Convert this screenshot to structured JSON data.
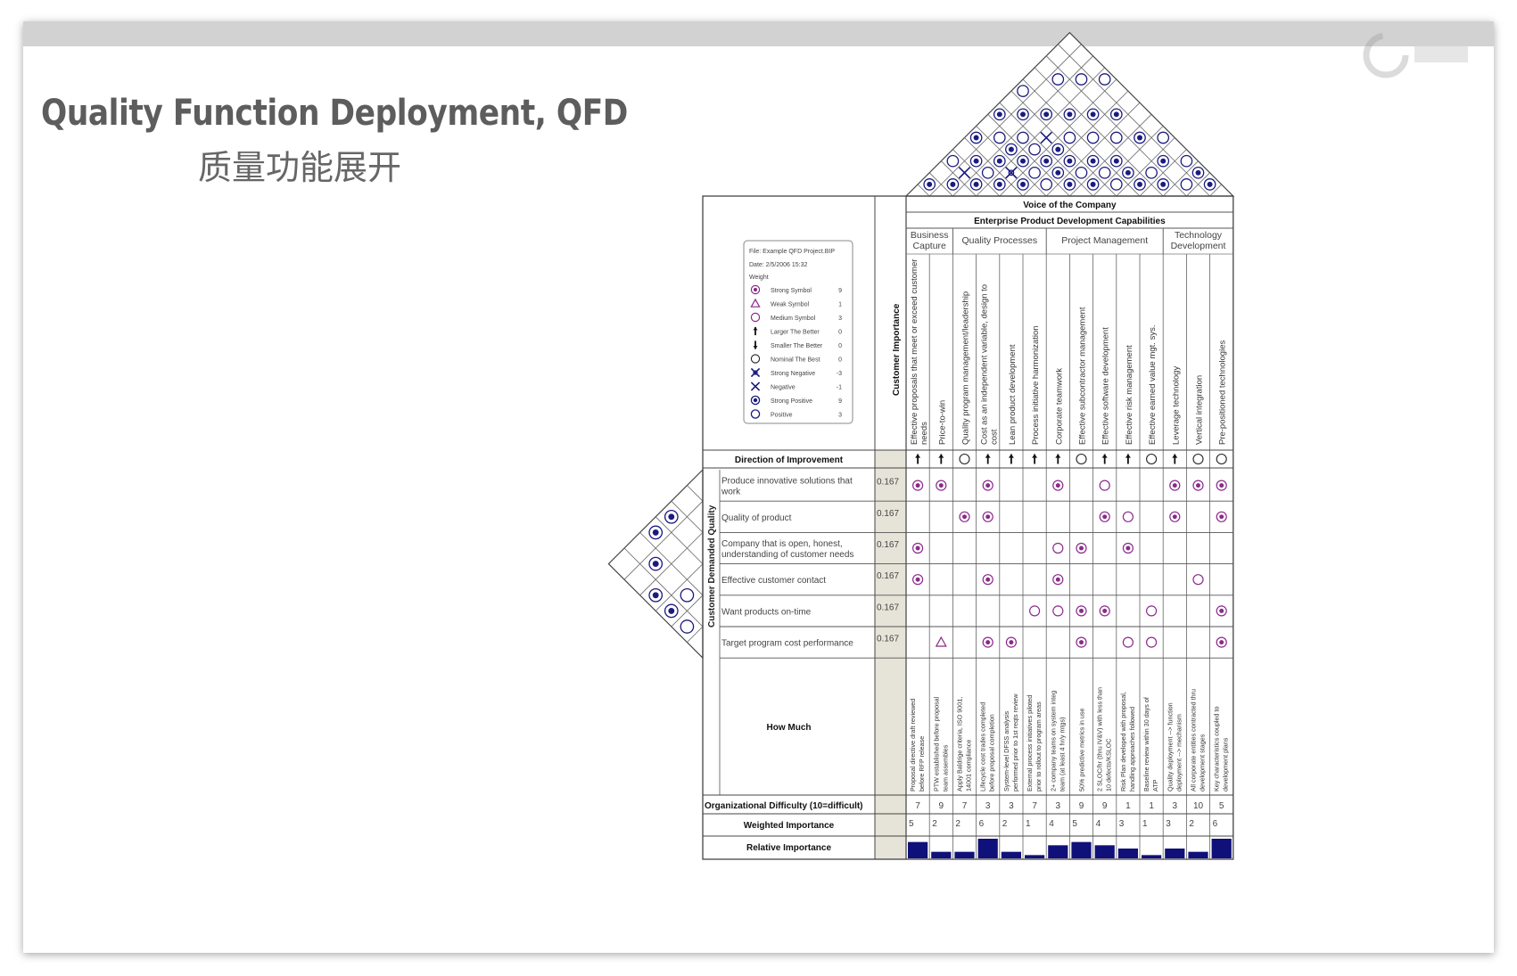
{
  "slide": {
    "title": "Quality Function Deployment, QFD",
    "subtitle": "质量功能展开"
  },
  "legend": {
    "file": "File:  Example QFD Project.BIP",
    "date": "Date:  2/5/2006 15:32",
    "weight_label": "Weight",
    "items": [
      {
        "icon": "strong-symbol-icon",
        "label": "Strong Symbol",
        "weight": "9"
      },
      {
        "icon": "weak-symbol-icon",
        "label": "Weak Symbol",
        "weight": "1"
      },
      {
        "icon": "medium-symbol-icon",
        "label": "Medium Symbol",
        "weight": "3"
      },
      {
        "icon": "larger-better-icon",
        "label": "Larger The Better",
        "weight": "0"
      },
      {
        "icon": "smaller-better-icon",
        "label": "Smaller The Better",
        "weight": "0"
      },
      {
        "icon": "nominal-best-icon",
        "label": "Nominal The Best",
        "weight": "0"
      },
      {
        "icon": "strong-negative-icon",
        "label": "Strong Negative",
        "weight": "-3"
      },
      {
        "icon": "negative-icon",
        "label": "Negative",
        "weight": "-1"
      },
      {
        "icon": "strong-positive-icon",
        "label": "Strong Positive",
        "weight": "9"
      },
      {
        "icon": "positive-icon",
        "label": "Positive",
        "weight": "3"
      }
    ]
  },
  "header": {
    "voice_of_company": "Voice of the Company",
    "capabilities": "Enterprise Product Development Capabilities",
    "customer_importance": "Customer Importance",
    "customer_demanded_quality": "Customer Demanded Quality",
    "groups": [
      {
        "label": [
          "Business",
          "Capture"
        ],
        "span": 2
      },
      {
        "label": [
          "Quality Processes"
        ],
        "span": 4
      },
      {
        "label": [
          "Project Management"
        ],
        "span": 5
      },
      {
        "label": [
          "Technology",
          "Development"
        ],
        "span": 3
      }
    ]
  },
  "columns": [
    {
      "label": [
        "Effective proposals that meet or exceed customer",
        "needs"
      ],
      "direction": "up",
      "how_much": [
        "Proposal directive draft reviewed",
        "before RFP release"
      ],
      "difficulty": "7",
      "weighted": "5",
      "relative": 0.155
    },
    {
      "label": [
        "Price-to-win"
      ],
      "direction": "up",
      "how_much": [
        "PTW established before proposal",
        "team assembles"
      ],
      "difficulty": "9",
      "weighted": "2",
      "relative": 0.062
    },
    {
      "label": [
        "Quality program management/leadership"
      ],
      "direction": "nominal",
      "how_much": [
        "Apply Baldrige criteria, ISO 9001,",
        "14001 compliance"
      ],
      "difficulty": "7",
      "weighted": "2",
      "relative": 0.062
    },
    {
      "label": [
        "Cost as an independent variable, design to",
        "cost"
      ],
      "direction": "up",
      "how_much": [
        "Lifecycle cost trades completed",
        "before proposal completion"
      ],
      "difficulty": "3",
      "weighted": "6",
      "relative": 0.186
    },
    {
      "label": [
        "Lean product development"
      ],
      "direction": "up",
      "how_much": [
        "System-level DFSS analysis",
        "performed prior to 1st reqts review"
      ],
      "difficulty": "3",
      "weighted": "2",
      "relative": 0.062
    },
    {
      "label": [
        "Process initiative harmonization"
      ],
      "direction": "up",
      "how_much": [
        "External process initiatives piloted",
        "prior to rollout to program areas"
      ],
      "difficulty": "7",
      "weighted": "1",
      "relative": 0.031
    },
    {
      "label": [
        "Corporate teamwork"
      ],
      "direction": "up",
      "how_much": [
        "2+ company teams on system integ",
        "team (at least 4 hr/y mtgs)"
      ],
      "difficulty": "3",
      "weighted": "4",
      "relative": 0.124
    },
    {
      "label": [
        "Effective subcontractor management"
      ],
      "direction": "nominal",
      "how_much": [
        "50% predictive metrics in use"
      ],
      "difficulty": "9",
      "weighted": "5",
      "relative": 0.155
    },
    {
      "label": [
        "Effective software development"
      ],
      "direction": "up",
      "how_much": [
        "2 SLOC/hr (thru IV&V) with less than",
        "10 defects/KSLOC"
      ],
      "difficulty": "9",
      "weighted": "4",
      "relative": 0.124
    },
    {
      "label": [
        "Effective risk management"
      ],
      "direction": "up",
      "how_much": [
        "Risk Plan developed with proposal,",
        "handling approaches followed"
      ],
      "difficulty": "1",
      "weighted": "3",
      "relative": 0.093
    },
    {
      "label": [
        "Effective earned value mgt. sys."
      ],
      "direction": "nominal",
      "how_much": [
        "Baseline review within 30 days of",
        "ATP"
      ],
      "difficulty": "1",
      "weighted": "1",
      "relative": 0.031
    },
    {
      "label": [
        "Leverage technology"
      ],
      "direction": "up",
      "how_much": [
        "Quality deployment --> function",
        "deployment --> mechanism"
      ],
      "difficulty": "3",
      "weighted": "3",
      "relative": 0.093
    },
    {
      "label": [
        "Vertical integration"
      ],
      "direction": "nominal",
      "how_much": [
        "All corporate entities contracted thru",
        "development stages"
      ],
      "difficulty": "10",
      "weighted": "2",
      "relative": 0.062
    },
    {
      "label": [
        "Pre-positioned technologies"
      ],
      "direction": "nominal",
      "how_much": [
        "Key characteristics coupled to",
        "development plans"
      ],
      "difficulty": "5",
      "weighted": "6",
      "relative": 0.186
    }
  ],
  "rows": [
    {
      "label": [
        "Produce innovative solutions that",
        "work"
      ],
      "importance": "0.167",
      "cells": [
        "S",
        "S",
        "",
        "S",
        "",
        "",
        "S",
        "",
        "M",
        "",
        "",
        "S",
        "S",
        "S"
      ]
    },
    {
      "label": [
        "Quality of product"
      ],
      "importance": "0.167",
      "cells": [
        "",
        "",
        "S",
        "S",
        "",
        "",
        "",
        "",
        "S",
        "M",
        "",
        "S",
        "",
        "S"
      ]
    },
    {
      "label": [
        "Company that is open, honest,",
        "understanding of customer needs"
      ],
      "importance": "0.167",
      "cells": [
        "S",
        "",
        "",
        "",
        "",
        "",
        "M",
        "S",
        "",
        "S",
        "",
        "",
        "",
        ""
      ]
    },
    {
      "label": [
        "Effective customer contact"
      ],
      "importance": "0.167",
      "cells": [
        "S",
        "",
        "",
        "S",
        "",
        "",
        "S",
        "",
        "",
        "",
        "",
        "",
        "M",
        ""
      ]
    },
    {
      "label": [
        "Want products on-time"
      ],
      "importance": "0.167",
      "cells": [
        "",
        "",
        "",
        "",
        "",
        "M",
        "M",
        "S",
        "S",
        "",
        "M",
        "",
        "",
        "S"
      ]
    },
    {
      "label": [
        "Target program cost performance"
      ],
      "importance": "0.167",
      "cells": [
        "",
        "W",
        "",
        "S",
        "S",
        "",
        "",
        "S",
        "",
        "M",
        "M",
        "",
        "",
        "S"
      ]
    }
  ],
  "roof": [
    {
      "i": 0,
      "j": 1,
      "s": "SP"
    },
    {
      "i": 0,
      "j": 3,
      "s": "P"
    },
    {
      "i": 0,
      "j": 5,
      "s": "SP"
    },
    {
      "i": 0,
      "j": 7,
      "s": "SP"
    },
    {
      "i": 0,
      "j": 9,
      "s": "P"
    },
    {
      "i": 1,
      "j": 2,
      "s": "SP"
    },
    {
      "i": 1,
      "j": 3,
      "s": "N"
    },
    {
      "i": 1,
      "j": 4,
      "s": "SP"
    },
    {
      "i": 1,
      "j": 6,
      "s": "P"
    },
    {
      "i": 1,
      "j": 8,
      "s": "SP"
    },
    {
      "i": 1,
      "j": 11,
      "s": "P"
    },
    {
      "i": 2,
      "j": 3,
      "s": "SP"
    },
    {
      "i": 2,
      "j": 4,
      "s": "P"
    },
    {
      "i": 2,
      "j": 5,
      "s": "SP"
    },
    {
      "i": 2,
      "j": 6,
      "s": "SP"
    },
    {
      "i": 2,
      "j": 7,
      "s": "P"
    },
    {
      "i": 2,
      "j": 9,
      "s": "SP"
    },
    {
      "i": 2,
      "j": 12,
      "s": "P"
    },
    {
      "i": 3,
      "j": 4,
      "s": "SP"
    },
    {
      "i": 3,
      "j": 5,
      "s": "SN"
    },
    {
      "i": 3,
      "j": 6,
      "s": "SP"
    },
    {
      "i": 3,
      "j": 7,
      "s": "P"
    },
    {
      "i": 3,
      "j": 8,
      "s": "N"
    },
    {
      "i": 3,
      "j": 10,
      "s": "SP"
    },
    {
      "i": 3,
      "j": 13,
      "s": "P"
    },
    {
      "i": 4,
      "j": 5,
      "s": "SP"
    },
    {
      "i": 4,
      "j": 6,
      "s": "P"
    },
    {
      "i": 4,
      "j": 7,
      "s": "SP"
    },
    {
      "i": 4,
      "j": 8,
      "s": "SP"
    },
    {
      "i": 4,
      "j": 9,
      "s": "P"
    },
    {
      "i": 4,
      "j": 11,
      "s": "SP"
    },
    {
      "i": 5,
      "j": 6,
      "s": "P"
    },
    {
      "i": 5,
      "j": 7,
      "s": "SP"
    },
    {
      "i": 5,
      "j": 8,
      "s": "SP"
    },
    {
      "i": 5,
      "j": 10,
      "s": "P"
    },
    {
      "i": 5,
      "j": 12,
      "s": "SP"
    },
    {
      "i": 6,
      "j": 7,
      "s": "SP"
    },
    {
      "i": 6,
      "j": 8,
      "s": "P"
    },
    {
      "i": 6,
      "j": 9,
      "s": "SP"
    },
    {
      "i": 6,
      "j": 11,
      "s": "P"
    },
    {
      "i": 7,
      "j": 8,
      "s": "SP"
    },
    {
      "i": 7,
      "j": 9,
      "s": "P"
    },
    {
      "i": 7,
      "j": 10,
      "s": "SP"
    },
    {
      "i": 7,
      "j": 12,
      "s": "SP"
    },
    {
      "i": 8,
      "j": 9,
      "s": "P"
    },
    {
      "i": 8,
      "j": 10,
      "s": "SP"
    },
    {
      "i": 8,
      "j": 13,
      "s": "P"
    },
    {
      "i": 9,
      "j": 10,
      "s": "SP"
    },
    {
      "i": 9,
      "j": 11,
      "s": "P"
    },
    {
      "i": 9,
      "j": 12,
      "s": "SP"
    },
    {
      "i": 10,
      "j": 11,
      "s": "SP"
    },
    {
      "i": 10,
      "j": 13,
      "s": "P"
    },
    {
      "i": 11,
      "j": 12,
      "s": "P"
    },
    {
      "i": 11,
      "j": 13,
      "s": "SP"
    },
    {
      "i": 12,
      "j": 13,
      "s": "SP"
    }
  ],
  "left_roof": [
    {
      "i": 0,
      "j": 2,
      "s": "SP"
    },
    {
      "i": 0,
      "j": 3,
      "s": "SP"
    },
    {
      "i": 1,
      "j": 4,
      "s": "SP"
    },
    {
      "i": 2,
      "j": 5,
      "s": "SP"
    },
    {
      "i": 3,
      "j": 4,
      "s": "P"
    },
    {
      "i": 3,
      "j": 5,
      "s": "SP"
    },
    {
      "i": 4,
      "j": 5,
      "s": "P"
    }
  ],
  "labels": {
    "direction_of_improvement": "Direction of Improvement",
    "how_much": "How Much",
    "organizational_difficulty": "Organizational Difficulty (10=difficult)",
    "weighted_importance": "Weighted Importance",
    "relative_importance": "Relative Importance"
  },
  "colors": {
    "accent": "#8a2a8a",
    "navy": "#1a1a80",
    "bar": "#10107a",
    "shade": "#e6e3d8"
  }
}
